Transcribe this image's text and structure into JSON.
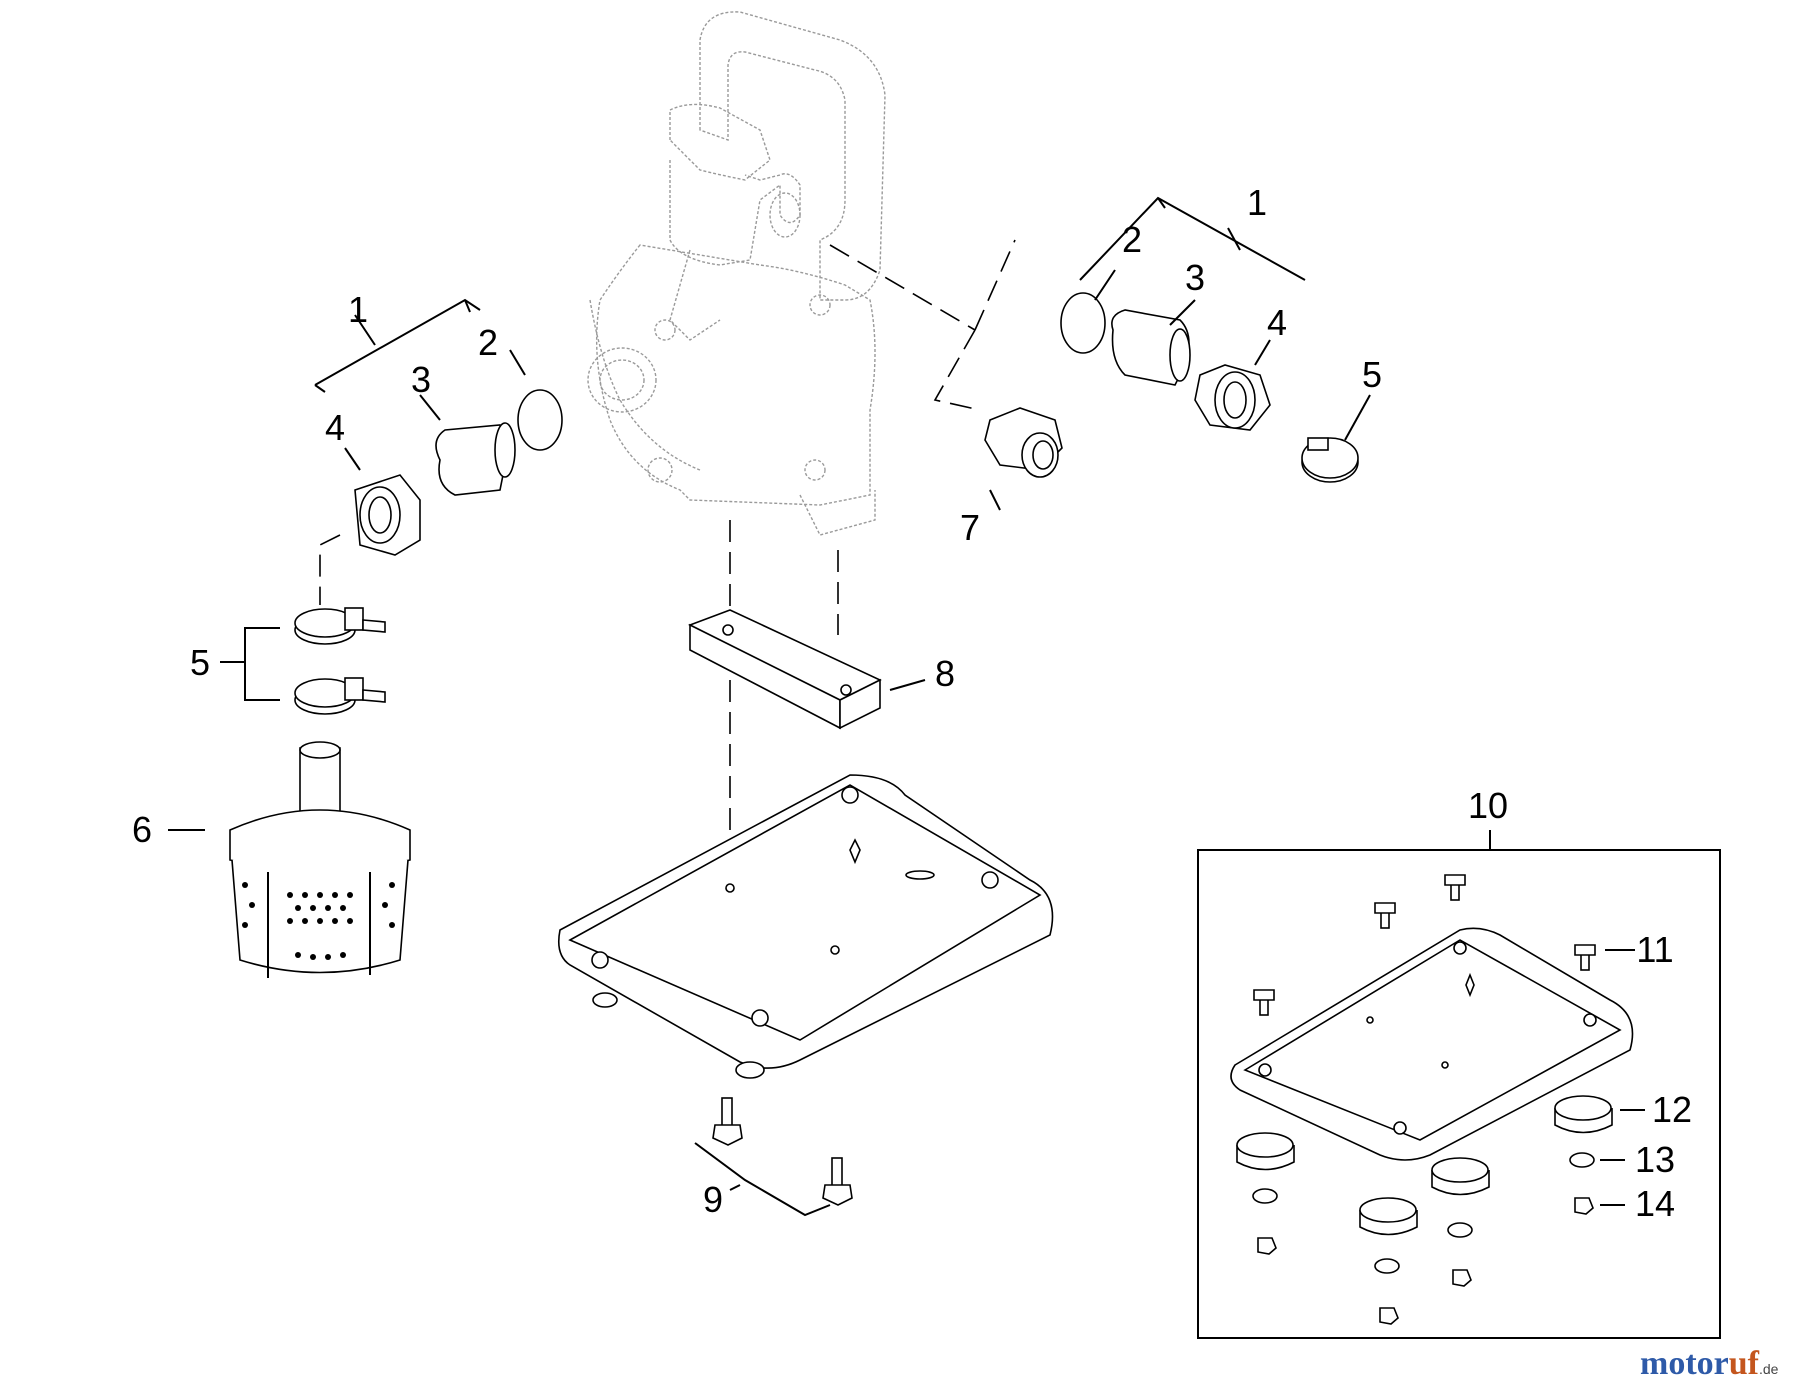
{
  "labels": {
    "left_assembly": "1",
    "left_gasket": "2",
    "left_hose_fitting": "3",
    "left_nut": "4",
    "left_clamps": "5",
    "strainer": "6",
    "right_assembly": "1",
    "right_gasket": "2",
    "right_hose_fitting": "3",
    "right_nut": "4",
    "right_clamp": "5",
    "check_valve": "7",
    "spacer": "8",
    "bolts": "9",
    "base_kit": "10",
    "kit_bolt": "11",
    "kit_mount": "12",
    "kit_washer": "13",
    "kit_nut": "14"
  },
  "watermark": {
    "part1": "motor",
    "part2": "uf",
    "suffix": ".de"
  }
}
